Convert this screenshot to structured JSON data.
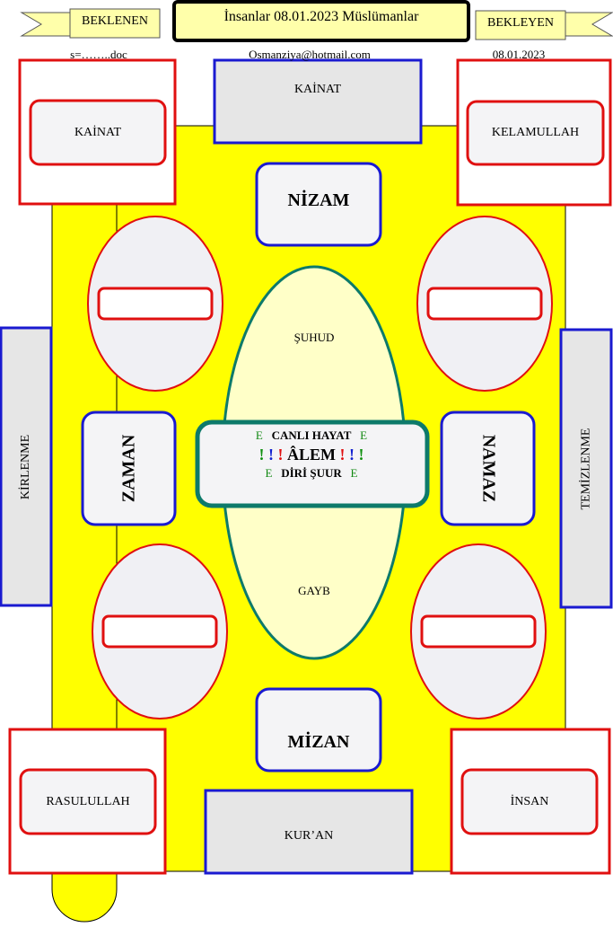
{
  "header": {
    "title": "İnsanlar 08.01.2023 Müslümanlar",
    "left_banner": "BEKLENEN",
    "right_banner": "BEKLEYEN",
    "doc_label": "s=……..doc",
    "email": "Osmanziya@hotmail.com",
    "date": "08.01.2023"
  },
  "corners": {
    "top_left": "KAİNAT",
    "top_right": "KELAMULLAH",
    "bottom_left": "RASULULLAH",
    "bottom_right": "İNSAN"
  },
  "edges": {
    "top": "KAİNAT",
    "bottom": "KUR’AN",
    "left": "KİRLENME",
    "right": "TEMİZLENME"
  },
  "inner": {
    "top": "NİZAM",
    "bottom": "MİZAN",
    "left": "ZAMAN",
    "right": "NAMAZ"
  },
  "ellipse": {
    "top": "ŞUHUD",
    "bottom": "GAYB"
  },
  "center": {
    "line1": "CANLI HAYAT",
    "line2": "ÂLEM",
    "line3": "DİRİ ŞUUR",
    "side_mark": "E",
    "exclaim": "!"
  },
  "colors": {
    "yellow": "#ffff00",
    "red": "#e01010",
    "blue": "#1a1ad0",
    "teal": "#0d7a6a",
    "ellipse_fill": "#ffffc8",
    "banner_fill": "#ffffaa"
  }
}
